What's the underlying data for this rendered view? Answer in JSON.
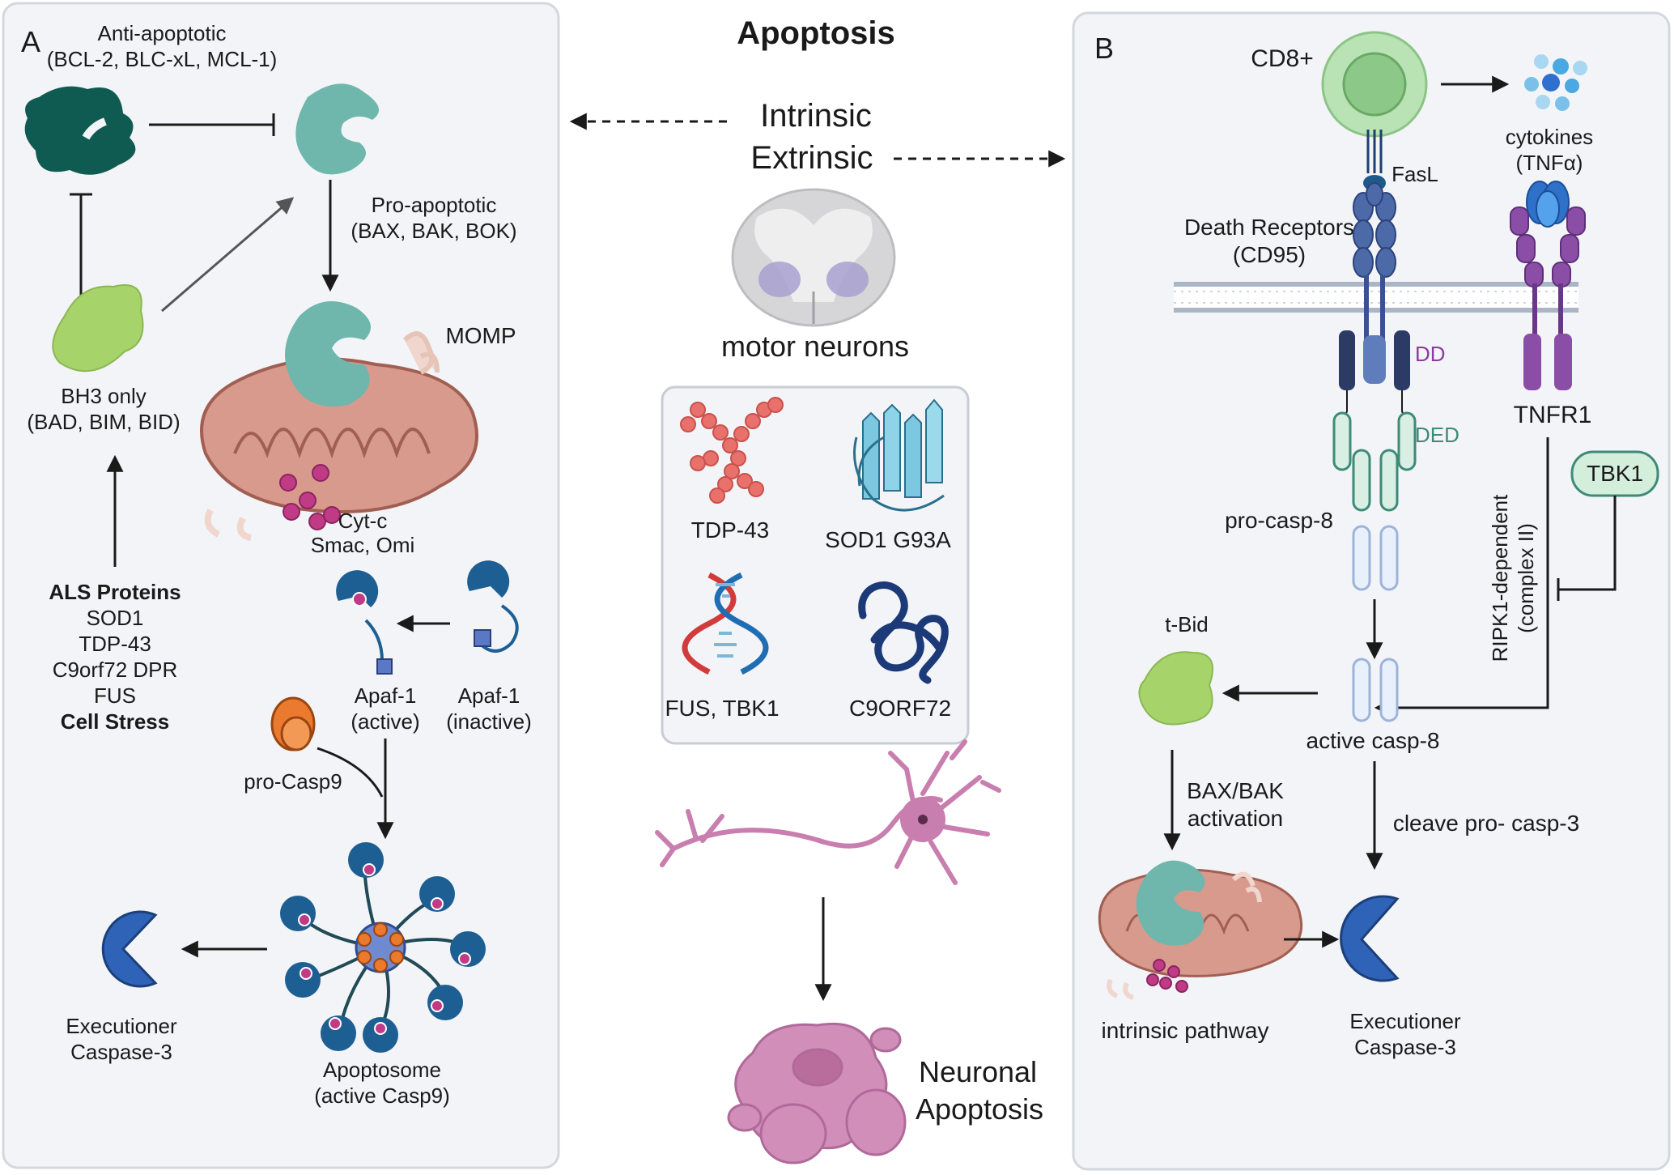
{
  "title": "Apoptosis",
  "colors": {
    "panel_bg": "#f3f4f7",
    "panel_border": "#d3d7de",
    "mito": "#d89a8c",
    "teal_protein": "#6fb6ad",
    "dark_teal": "#0f5b51",
    "bh3_green": "#a6d46a",
    "apaf_blue": "#1e5f93",
    "caspase_blue": "#2f63b8",
    "dot_magenta": "#c13a86",
    "neuron_pink": "#c87eae",
    "tbk1_green": "#d4eedc"
  },
  "center": {
    "intrinsic": "Intrinsic",
    "extrinsic": "Extrinsic",
    "motor_neurons": "motor neurons",
    "proteins": [
      {
        "label": "TDP-43",
        "icon": "tdp43-icon"
      },
      {
        "label": "SOD1 G93A",
        "icon": "sod1-icon"
      },
      {
        "label": "FUS, TBK1",
        "icon": "dna-icon"
      },
      {
        "label": "C9ORF72",
        "icon": "c9orf72-icon"
      }
    ],
    "neuronal_apoptosis": [
      "Neuronal",
      "Apoptosis"
    ]
  },
  "panel_a": {
    "letter": "A",
    "anti_apoptotic": [
      "Anti-apoptotic",
      "(BCL-2, BLC-xL, MCL-1)"
    ],
    "pro_apoptotic": [
      "Pro-apoptotic",
      "(BAX, BAK, BOK)"
    ],
    "momp": "MOMP",
    "bh3": [
      "BH3 only",
      "(BAD, BIM, BID)"
    ],
    "cytc": [
      "Cyt-c",
      "Smac, Omi"
    ],
    "als_header": "ALS Proteins",
    "als_items": [
      "SOD1",
      "TDP-43",
      "C9orf72 DPR",
      "FUS"
    ],
    "cell_stress": "Cell Stress",
    "apaf_active": [
      "Apaf-1",
      "(active)"
    ],
    "apaf_inactive": [
      "Apaf-1",
      "(inactive)"
    ],
    "pro_casp9": "pro-Casp9",
    "apoptosome": [
      "Apoptosome",
      "(active Casp9)"
    ],
    "executioner": [
      "Executioner",
      "Caspase-3"
    ]
  },
  "panel_b": {
    "letter": "B",
    "cd8": "CD8+",
    "cytokines": [
      "cytokines",
      "(TNFα)"
    ],
    "fasl": "FasL",
    "death_receptors": [
      "Death Receptors",
      "(CD95)"
    ],
    "dd": "DD",
    "ded": "DED",
    "tnfr1": "TNFR1",
    "tbk1": "TBK1",
    "ripk1": [
      "RIPK1-dependent",
      "(complex II)"
    ],
    "pro_casp8": "pro-casp-8",
    "t_bid": "t-Bid",
    "active_casp8": "active casp-8",
    "bax_bak": [
      "BAX/BAK",
      "activation"
    ],
    "cleave": "cleave pro- casp-3",
    "intrinsic_pathway": "intrinsic pathway",
    "executioner": [
      "Executioner",
      "Caspase-3"
    ]
  }
}
